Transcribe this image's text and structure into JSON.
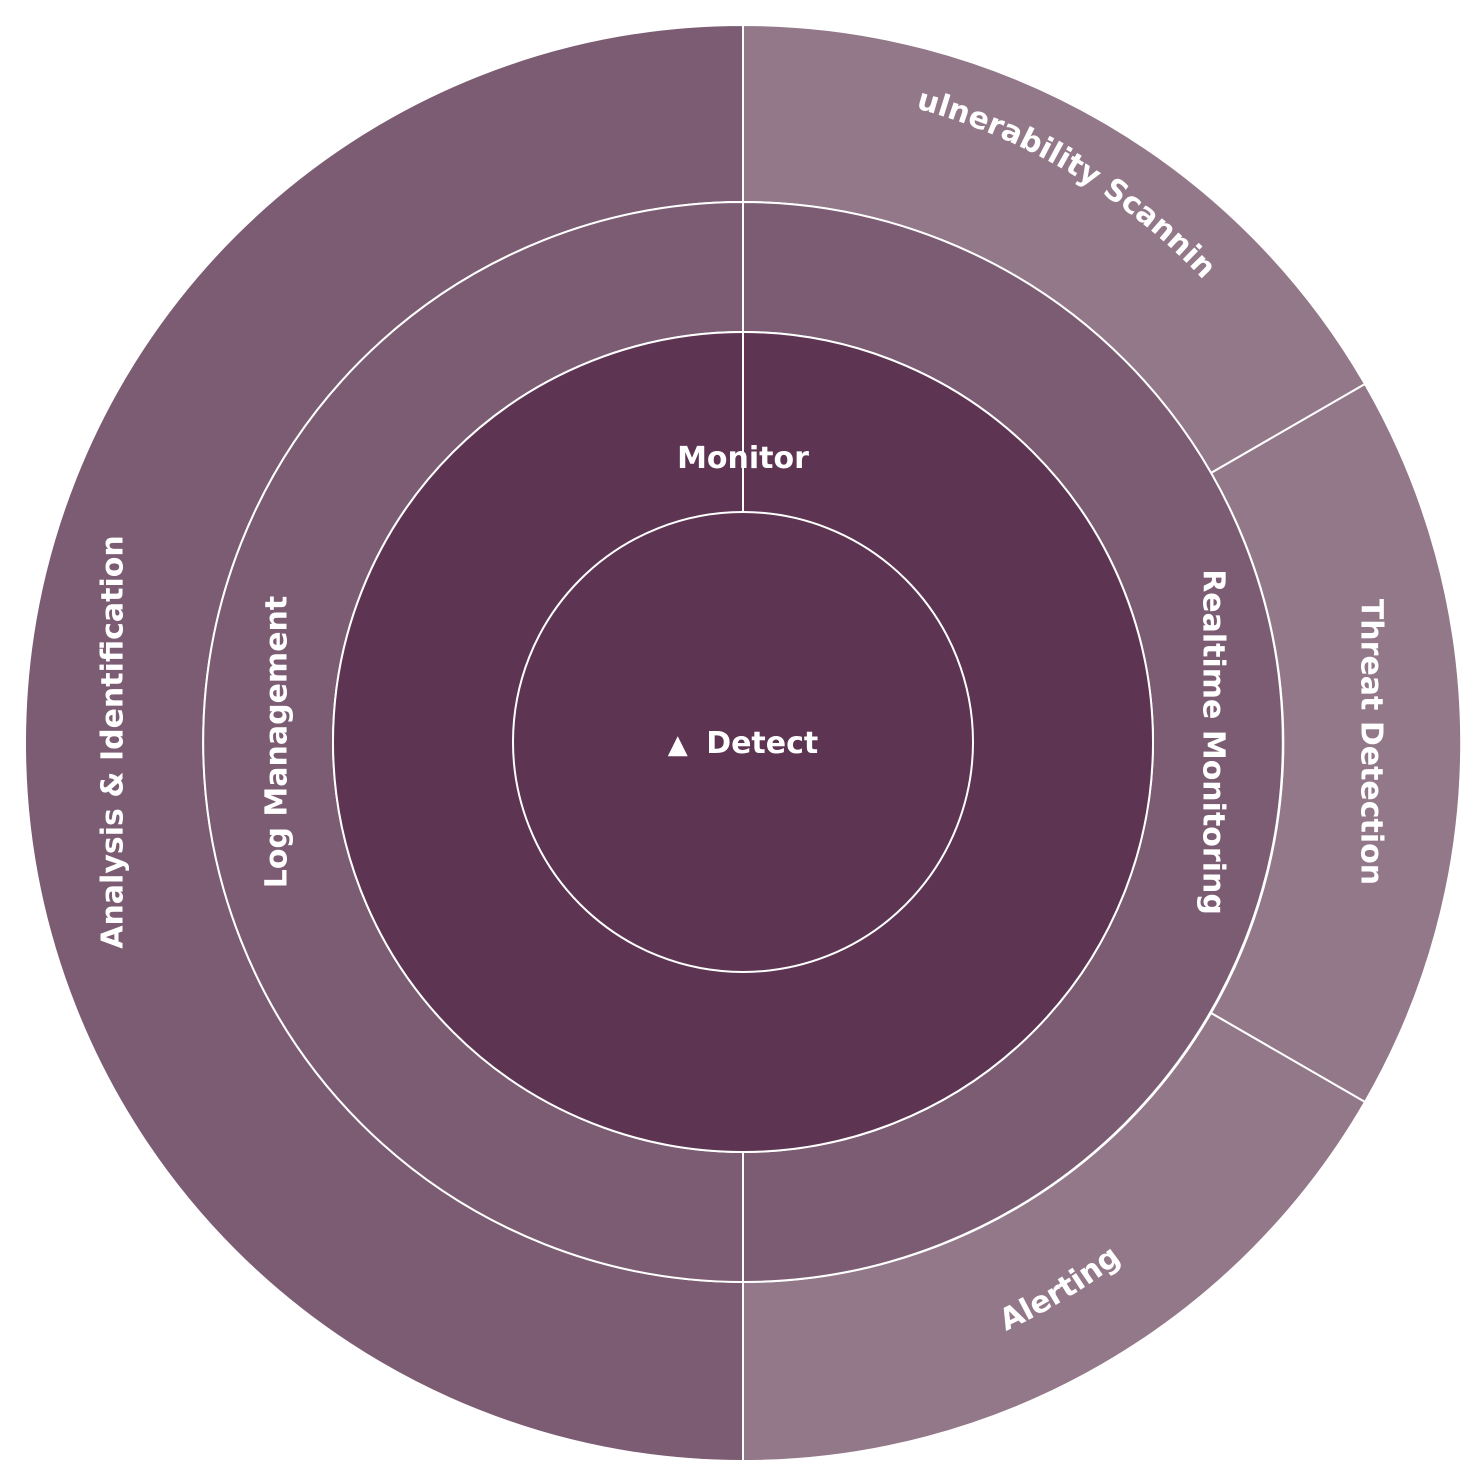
{
  "center": {
    "icon": "triangle-up-icon",
    "glyph": "▲",
    "label": "Detect"
  },
  "ring1": {
    "label": "Monitor"
  },
  "ring2": {
    "log_management": "Log Management",
    "realtime_monitoring": "Realtime Monitoring"
  },
  "ring3": {
    "analysis": "Analysis & Identification",
    "vulnerability": "Vulnerability Scanning",
    "threat": "Threat Detection",
    "alerting": "Alerting"
  },
  "colors": {
    "inner": "#5d3452",
    "middle": "#7b5c72",
    "outer_right": "#927888",
    "outer_left": "#7b5c72",
    "line": "#ffffff"
  }
}
